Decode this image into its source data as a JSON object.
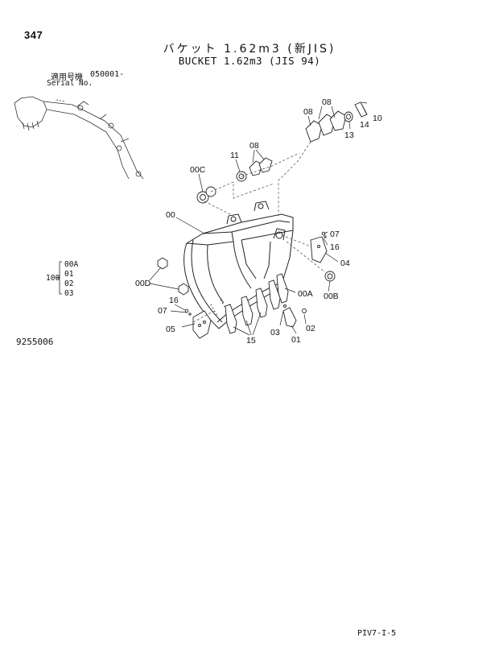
{
  "page_number": "347",
  "title_jp": "バケット 1.62m3 (新JIS)",
  "title_en": "BUCKET 1.62m3 (JIS 94)",
  "serial": {
    "label_jp": "適用号機",
    "number": "050001-",
    "label_en": "Serial No."
  },
  "assembly": {
    "parent": "100",
    "children": [
      "00A",
      "01",
      "02",
      "03"
    ]
  },
  "callouts": [
    "08",
    "08",
    "10",
    "14",
    "13",
    "11",
    "08",
    "00C",
    "00",
    "07",
    "16",
    "04",
    "00D",
    "00A",
    "00B",
    "16",
    "07",
    "05",
    "15",
    "03",
    "02",
    "01"
  ],
  "drawing_number": "9255006",
  "footer_code": "PIV7-I-5"
}
